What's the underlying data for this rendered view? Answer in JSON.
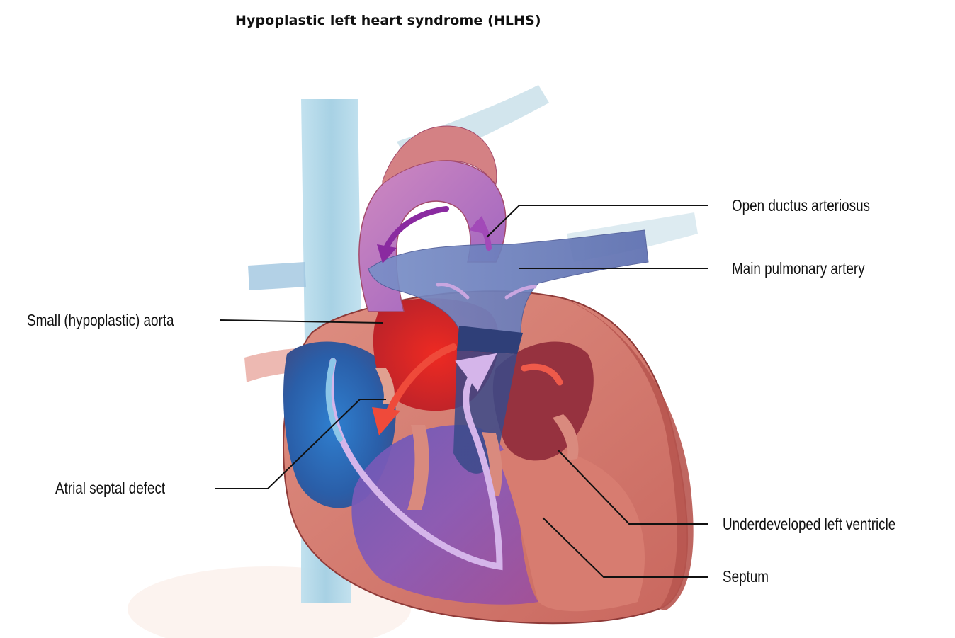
{
  "title": "Hypoplastic left heart syndrome (HLHS)",
  "labels": {
    "open_ductus": "Open ductus arteriosus",
    "main_pulmonary": "Main pulmonary artery",
    "small_aorta": "Small (hypoplastic) aorta",
    "atrial_septal_defect": "Atrial septal defect",
    "underdeveloped_lv": "Underdeveloped left ventricle",
    "septum": "Septum"
  },
  "colors": {
    "heart_muscle": "#d97b6f",
    "heart_dark": "#a84a45",
    "oxygenated": "#e8322a",
    "deoxygenated": "#2f6fb8",
    "mixed": "#8a52b8",
    "vessel_blue": "#a9d4e6",
    "pulmonary": "#6f7fb8",
    "arrow_purple": "#c9a6e0",
    "arrow_magenta": "#8a2aa0",
    "arrow_red": "#ef4a3a",
    "leader_line": "#111111"
  }
}
